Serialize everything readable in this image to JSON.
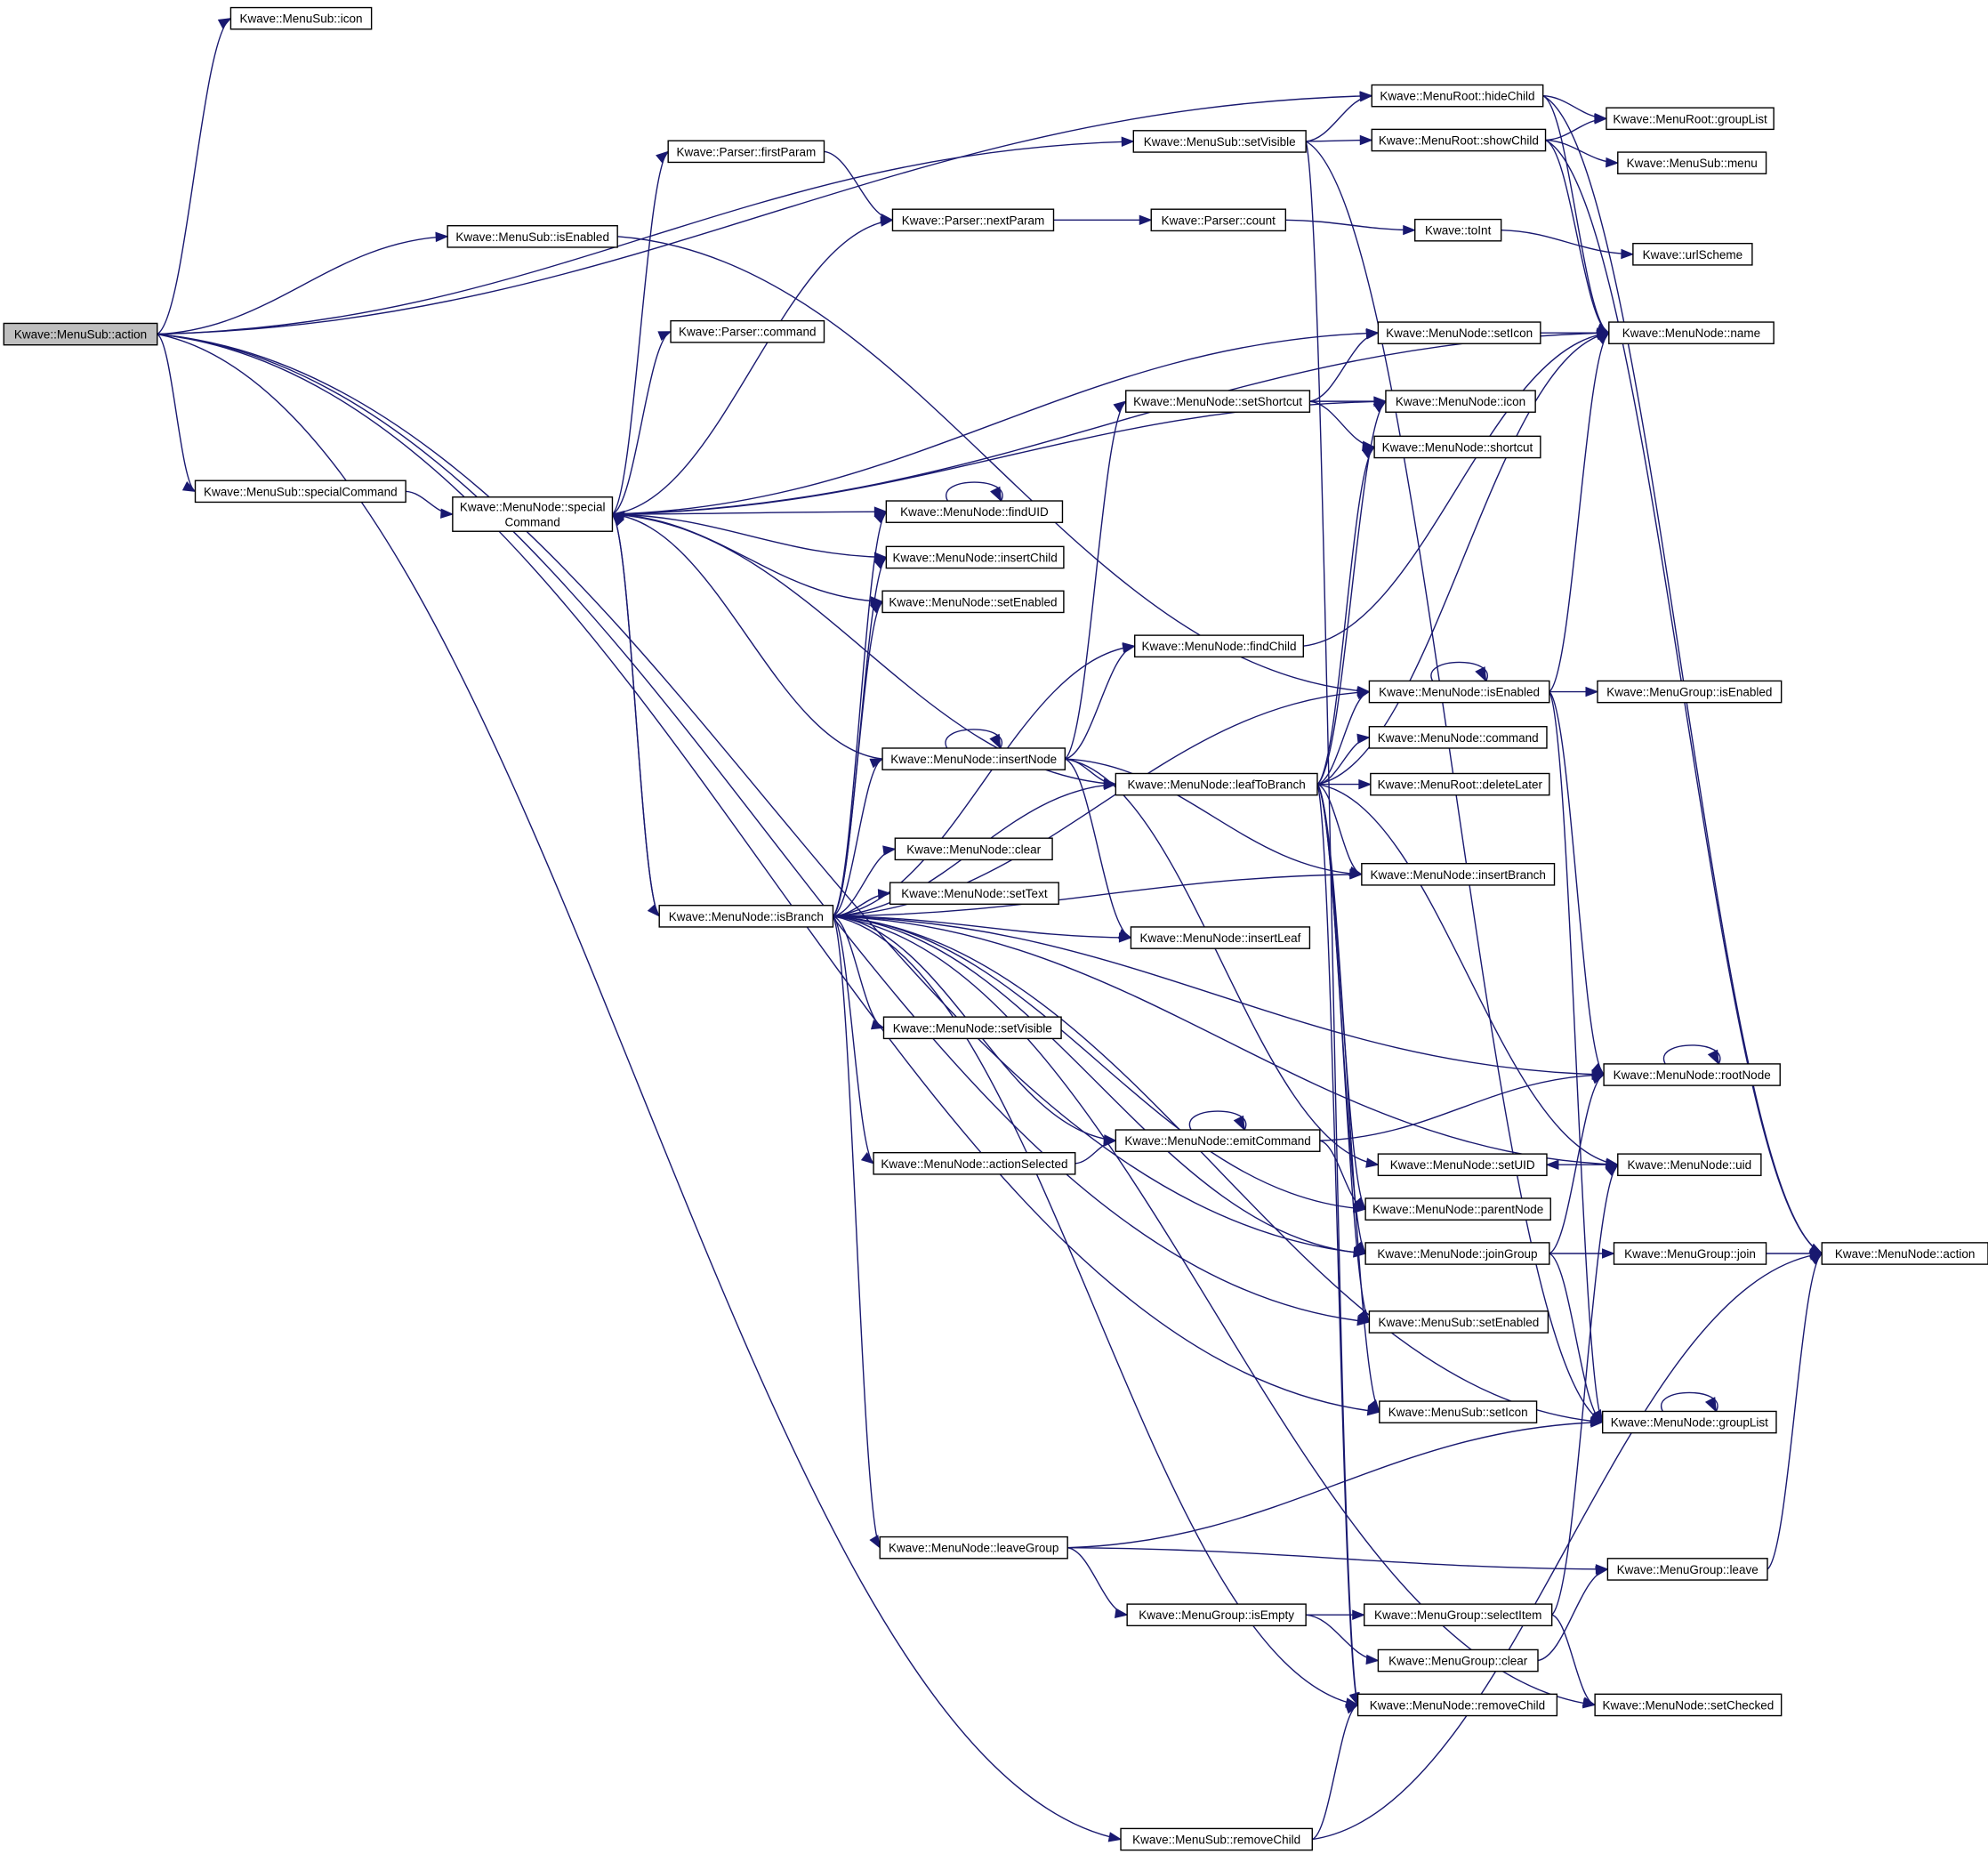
{
  "graph": {
    "type": "doxygen-call-graph",
    "root": "Kwave::MenuSub::action",
    "colors": {
      "edge": "#191970",
      "root_fill": "#bfbfbf",
      "node_fill": "#ffffff",
      "node_border": "#000000"
    },
    "nodes": [
      {
        "id": "n0",
        "label": "Kwave::MenuSub::action",
        "root": true
      },
      {
        "id": "n1",
        "label": "Kwave::MenuSub::icon"
      },
      {
        "id": "n2",
        "label": "Kwave::MenuSub::isEnabled"
      },
      {
        "id": "n3",
        "label": "Kwave::MenuSub::specialCommand"
      },
      {
        "id": "n4",
        "label": "Kwave::MenuNode::special\nCommand"
      },
      {
        "id": "n5",
        "label": "Kwave::Parser::firstParam"
      },
      {
        "id": "n6",
        "label": "Kwave::Parser::nextParam"
      },
      {
        "id": "n7",
        "label": "Kwave::Parser::count"
      },
      {
        "id": "n8",
        "label": "Kwave::toInt"
      },
      {
        "id": "n9",
        "label": "Kwave::urlScheme"
      },
      {
        "id": "n10",
        "label": "Kwave::Parser::command"
      },
      {
        "id": "n11",
        "label": "Kwave::MenuSub::setVisible"
      },
      {
        "id": "n12",
        "label": "Kwave::MenuRoot::hideChild"
      },
      {
        "id": "n13",
        "label": "Kwave::MenuRoot::showChild"
      },
      {
        "id": "n14",
        "label": "Kwave::MenuRoot::groupList"
      },
      {
        "id": "n15",
        "label": "Kwave::MenuSub::menu"
      },
      {
        "id": "n16",
        "label": "Kwave::MenuNode::name"
      },
      {
        "id": "n17",
        "label": "Kwave::MenuNode::setIcon"
      },
      {
        "id": "n18",
        "label": "Kwave::MenuNode::setShortcut"
      },
      {
        "id": "n19",
        "label": "Kwave::MenuNode::icon"
      },
      {
        "id": "n20",
        "label": "Kwave::MenuNode::shortcut"
      },
      {
        "id": "n21",
        "label": "Kwave::MenuNode::findUID"
      },
      {
        "id": "n22",
        "label": "Kwave::MenuNode::insertChild"
      },
      {
        "id": "n23",
        "label": "Kwave::MenuNode::setEnabled"
      },
      {
        "id": "n24",
        "label": "Kwave::MenuNode::findChild"
      },
      {
        "id": "n25",
        "label": "Kwave::MenuNode::isEnabled"
      },
      {
        "id": "n26",
        "label": "Kwave::MenuGroup::isEnabled"
      },
      {
        "id": "n27",
        "label": "Kwave::MenuNode::insertNode"
      },
      {
        "id": "n28",
        "label": "Kwave::MenuNode::leafToBranch"
      },
      {
        "id": "n29",
        "label": "Kwave::MenuNode::command"
      },
      {
        "id": "n30",
        "label": "Kwave::MenuRoot::deleteLater"
      },
      {
        "id": "n31",
        "label": "Kwave::MenuNode::clear"
      },
      {
        "id": "n32",
        "label": "Kwave::MenuNode::insertBranch"
      },
      {
        "id": "n33",
        "label": "Kwave::MenuNode::isBranch"
      },
      {
        "id": "n34",
        "label": "Kwave::MenuNode::setText"
      },
      {
        "id": "n35",
        "label": "Kwave::MenuNode::insertLeaf"
      },
      {
        "id": "n36",
        "label": "Kwave::MenuNode::setVisible"
      },
      {
        "id": "n37",
        "label": "Kwave::MenuNode::rootNode"
      },
      {
        "id": "n38",
        "label": "Kwave::MenuNode::actionSelected"
      },
      {
        "id": "n39",
        "label": "Kwave::MenuNode::emitCommand"
      },
      {
        "id": "n40",
        "label": "Kwave::MenuNode::setUID"
      },
      {
        "id": "n41",
        "label": "Kwave::MenuNode::uid"
      },
      {
        "id": "n42",
        "label": "Kwave::MenuNode::parentNode"
      },
      {
        "id": "n43",
        "label": "Kwave::MenuNode::joinGroup"
      },
      {
        "id": "n44",
        "label": "Kwave::MenuGroup::join"
      },
      {
        "id": "n45",
        "label": "Kwave::MenuNode::action"
      },
      {
        "id": "n46",
        "label": "Kwave::MenuSub::setEnabled"
      },
      {
        "id": "n47",
        "label": "Kwave::MenuSub::setIcon"
      },
      {
        "id": "n48",
        "label": "Kwave::MenuNode::groupList"
      },
      {
        "id": "n49",
        "label": "Kwave::MenuNode::leaveGroup"
      },
      {
        "id": "n50",
        "label": "Kwave::MenuGroup::leave"
      },
      {
        "id": "n51",
        "label": "Kwave::MenuGroup::isEmpty"
      },
      {
        "id": "n52",
        "label": "Kwave::MenuGroup::selectItem"
      },
      {
        "id": "n53",
        "label": "Kwave::MenuGroup::clear"
      },
      {
        "id": "n54",
        "label": "Kwave::MenuNode::setChecked"
      },
      {
        "id": "n55",
        "label": "Kwave::MenuNode::removeChild"
      },
      {
        "id": "n56",
        "label": "Kwave::MenuSub::removeChild"
      }
    ],
    "edges": [
      [
        "n0",
        "n1"
      ],
      [
        "n0",
        "n12"
      ],
      [
        "n0",
        "n11"
      ],
      [
        "n0",
        "n2"
      ],
      [
        "n0",
        "n3"
      ],
      [
        "n0",
        "n43"
      ],
      [
        "n0",
        "n46"
      ],
      [
        "n0",
        "n47"
      ],
      [
        "n0",
        "n56"
      ],
      [
        "n2",
        "n25"
      ],
      [
        "n3",
        "n4"
      ],
      [
        "n4",
        "n5"
      ],
      [
        "n4",
        "n6"
      ],
      [
        "n4",
        "n10"
      ],
      [
        "n4",
        "n16"
      ],
      [
        "n4",
        "n17"
      ],
      [
        "n4",
        "n19"
      ],
      [
        "n4",
        "n21"
      ],
      [
        "n4",
        "n22"
      ],
      [
        "n4",
        "n23"
      ],
      [
        "n4",
        "n28"
      ],
      [
        "n4",
        "n33"
      ],
      [
        "n5",
        "n6"
      ],
      [
        "n6",
        "n7"
      ],
      [
        "n7",
        "n8"
      ],
      [
        "n8",
        "n9"
      ],
      [
        "n11",
        "n12"
      ],
      [
        "n11",
        "n13"
      ],
      [
        "n11",
        "n48"
      ],
      [
        "n11",
        "n55"
      ],
      [
        "n12",
        "n14"
      ],
      [
        "n12",
        "n16"
      ],
      [
        "n12",
        "n45"
      ],
      [
        "n13",
        "n14"
      ],
      [
        "n13",
        "n15"
      ],
      [
        "n13",
        "n16"
      ],
      [
        "n13",
        "n45"
      ],
      [
        "n17",
        "n16"
      ],
      [
        "n18",
        "n17"
      ],
      [
        "n18",
        "n19"
      ],
      [
        "n18",
        "n20"
      ],
      [
        "n21",
        "n21"
      ],
      [
        "n24",
        "n16"
      ],
      [
        "n25",
        "n25"
      ],
      [
        "n25",
        "n26"
      ],
      [
        "n25",
        "n16"
      ],
      [
        "n25",
        "n37"
      ],
      [
        "n25",
        "n48"
      ],
      [
        "n27",
        "n27"
      ],
      [
        "n27",
        "n4"
      ],
      [
        "n27",
        "n18"
      ],
      [
        "n27",
        "n24"
      ],
      [
        "n27",
        "n28"
      ],
      [
        "n27",
        "n32"
      ],
      [
        "n27",
        "n35"
      ],
      [
        "n27",
        "n40"
      ],
      [
        "n28",
        "n19"
      ],
      [
        "n28",
        "n20"
      ],
      [
        "n28",
        "n16"
      ],
      [
        "n28",
        "n25"
      ],
      [
        "n28",
        "n29"
      ],
      [
        "n28",
        "n30"
      ],
      [
        "n28",
        "n32"
      ],
      [
        "n28",
        "n41"
      ],
      [
        "n28",
        "n42"
      ],
      [
        "n28",
        "n43"
      ],
      [
        "n28",
        "n46"
      ],
      [
        "n28",
        "n47"
      ],
      [
        "n28",
        "n55"
      ],
      [
        "n33",
        "n4"
      ],
      [
        "n33",
        "n21"
      ],
      [
        "n33",
        "n22"
      ],
      [
        "n33",
        "n23"
      ],
      [
        "n33",
        "n24"
      ],
      [
        "n33",
        "n25"
      ],
      [
        "n33",
        "n27"
      ],
      [
        "n33",
        "n28"
      ],
      [
        "n33",
        "n31"
      ],
      [
        "n33",
        "n34"
      ],
      [
        "n33",
        "n35"
      ],
      [
        "n33",
        "n32"
      ],
      [
        "n33",
        "n36"
      ],
      [
        "n33",
        "n37"
      ],
      [
        "n33",
        "n38"
      ],
      [
        "n33",
        "n39"
      ],
      [
        "n33",
        "n42"
      ],
      [
        "n33",
        "n43"
      ],
      [
        "n33",
        "n41"
      ],
      [
        "n33",
        "n49"
      ],
      [
        "n33",
        "n55"
      ],
      [
        "n33",
        "n48"
      ],
      [
        "n33",
        "n54"
      ],
      [
        "n37",
        "n37"
      ],
      [
        "n38",
        "n39"
      ],
      [
        "n39",
        "n39"
      ],
      [
        "n39",
        "n37"
      ],
      [
        "n39",
        "n42"
      ],
      [
        "n41",
        "n40"
      ],
      [
        "n43",
        "n37"
      ],
      [
        "n43",
        "n44"
      ],
      [
        "n43",
        "n48"
      ],
      [
        "n44",
        "n45"
      ],
      [
        "n48",
        "n48"
      ],
      [
        "n49",
        "n48"
      ],
      [
        "n49",
        "n50"
      ],
      [
        "n49",
        "n51"
      ],
      [
        "n50",
        "n45"
      ],
      [
        "n51",
        "n52"
      ],
      [
        "n51",
        "n53"
      ],
      [
        "n52",
        "n41"
      ],
      [
        "n52",
        "n54"
      ],
      [
        "n53",
        "n50"
      ],
      [
        "n56",
        "n55"
      ],
      [
        "n56",
        "n45"
      ]
    ]
  }
}
